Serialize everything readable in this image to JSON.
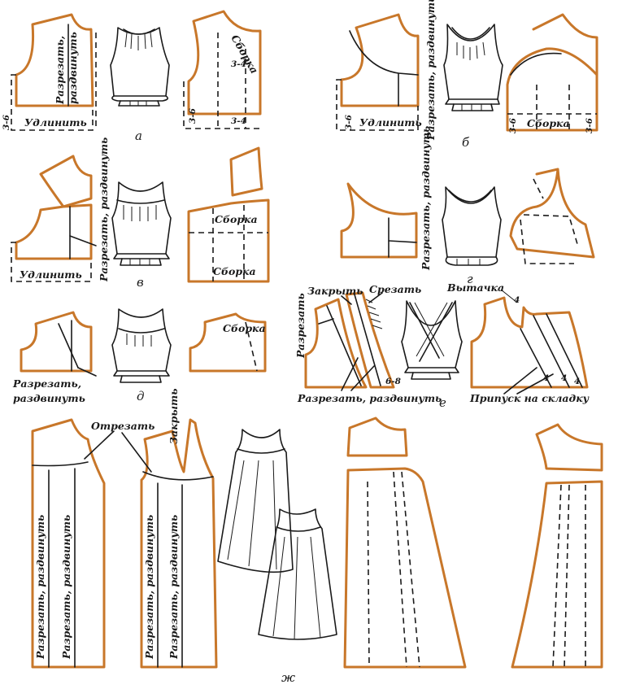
{
  "labels": {
    "a": {
      "cut": "Разрезать,",
      "spread": "раздвинуть",
      "lengthen": "Удлинить",
      "side_a": "3-6",
      "gather": "Сборка",
      "m1": "3-4",
      "m2": "3-4",
      "side_b": "3-6",
      "letter": "а"
    },
    "b": {
      "side_a": "3-6",
      "lengthen": "Удлинить",
      "cut_spread": "Разрезать, раздвинуть",
      "side_b": "3-6",
      "gather": "Сборка",
      "side_c": "3-6",
      "letter": "б"
    },
    "v": {
      "cut_spread": "Разрезать, раздвинуть",
      "lengthen": "Удлинить",
      "gather1": "Сборка",
      "gather2": "Сборка",
      "letter": "в"
    },
    "g": {
      "cut_spread": "Разрезать, раздвинуть",
      "letter": "г"
    },
    "d": {
      "cut": "Разрезать,",
      "spread": "раздвинуть",
      "gather": "Сборка",
      "letter": "д"
    },
    "e": {
      "cut": "Разрезать",
      "close": "Закрыть",
      "trim": "Срезать",
      "dart": "Вытачка",
      "m": "6-8",
      "cut_spread": "Разрезать, раздвинуть",
      "allowance": "Припуск на складку",
      "n1": "4",
      "n2": "4",
      "n3": "4",
      "n4": "4",
      "letter": "е"
    },
    "zh": {
      "cut_off": "Отрезать",
      "close": "Закрыть",
      "cut_spread_1": "Разрезать, раздвинуть",
      "cut_spread_2": "Разрезать, раздвинуть",
      "cut_spread_3": "Разрезать, раздвинуть",
      "cut_spread_4": "Разрезать, раздвинуть",
      "letter": "ж"
    }
  }
}
